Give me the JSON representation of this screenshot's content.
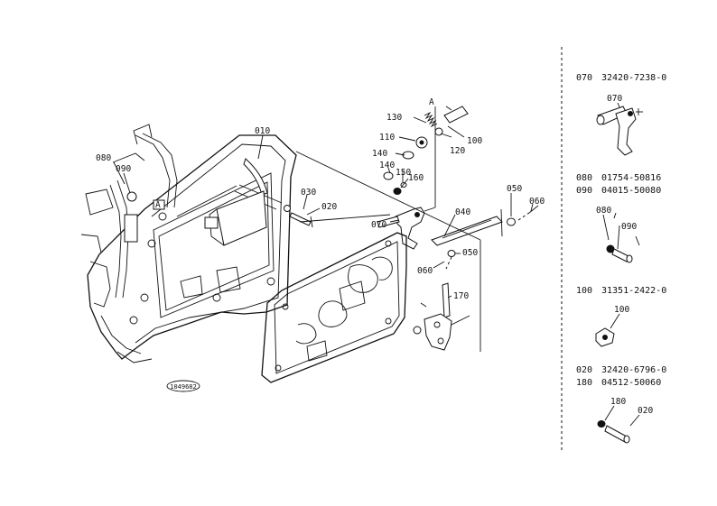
{
  "callouts": {
    "c010": "010",
    "c020": "020",
    "c030": "030",
    "c040": "040",
    "c050a": "050",
    "c050b": "050",
    "c060a": "060",
    "c060b": "060",
    "c070": "070",
    "c080": "080",
    "c090": "090",
    "c100": "100",
    "c110": "110",
    "c120": "120",
    "c130": "130",
    "c140a": "140",
    "c140b": "140",
    "c150": "150",
    "c160": "160",
    "c170": "170",
    "markA1": "A",
    "markA2": "A"
  },
  "stamp": "1049682",
  "parts_panel": [
    {
      "ref": "070",
      "part": "32420-7238-0"
    },
    {
      "ref": "080",
      "part": "01754-50816"
    },
    {
      "ref": "090",
      "part": "04015-50080"
    },
    {
      "ref": "100",
      "part": "31351-2422-0"
    },
    {
      "ref": "020",
      "part": "32420-6796-0"
    },
    {
      "ref": "180",
      "part": "04512-50060"
    }
  ],
  "detail_labels": {
    "d070": "070",
    "d080": "080",
    "d090": "090",
    "d100": "100",
    "d180": "180",
    "d020": "020"
  }
}
